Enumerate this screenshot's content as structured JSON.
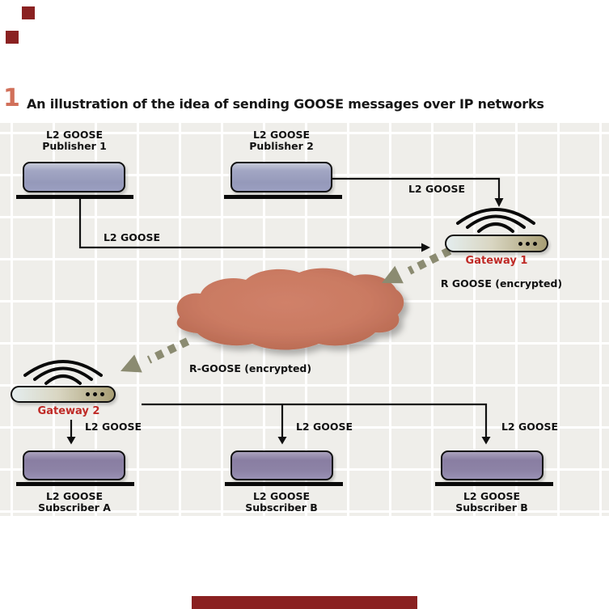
{
  "figure": {
    "number": "1",
    "title": "An illustration of the idea of sending GOOSE messages over IP networks"
  },
  "devices": {
    "publisher1": {
      "line1": "L2 GOOSE",
      "line2": "Publisher 1"
    },
    "publisher2": {
      "line1": "L2 GOOSE",
      "line2": "Publisher 2"
    },
    "gateway1": {
      "label": "Gateway 1"
    },
    "gateway2": {
      "label": "Gateway 2"
    },
    "subscriberA": {
      "line1": "L2 GOOSE",
      "line2": "Subscriber A"
    },
    "subscriberB1": {
      "line1": "L2 GOOSE",
      "line2": "Subscriber B"
    },
    "subscriberB2": {
      "line1": "L2 GOOSE",
      "line2": "Subscriber B"
    }
  },
  "links": {
    "pub1_to_gw1": "L2 GOOSE",
    "pub2_to_gw1": "L2 GOOSE",
    "gw1_to_cloud": "R GOOSE (encrypted)",
    "cloud_to_gw2": "R-GOOSE (encrypted)",
    "gw2_to_subA": "L2 GOOSE",
    "gw2_to_subB1": "L2 GOOSE",
    "gw2_to_subB2": "L2 GOOSE"
  },
  "colors": {
    "figure_number": "#d1705a",
    "accent_red": "#8a2121",
    "gateway_label_red": "#bf2a26",
    "cloud_fill": "#ca7a62",
    "dashed_arrow": "#8b8b71",
    "publisher_fill": "#9a9ec0",
    "subscriber_fill": "#8d83a6",
    "gateway_fill_left": "#e4edee",
    "gateway_fill_right": "#a89e74"
  }
}
